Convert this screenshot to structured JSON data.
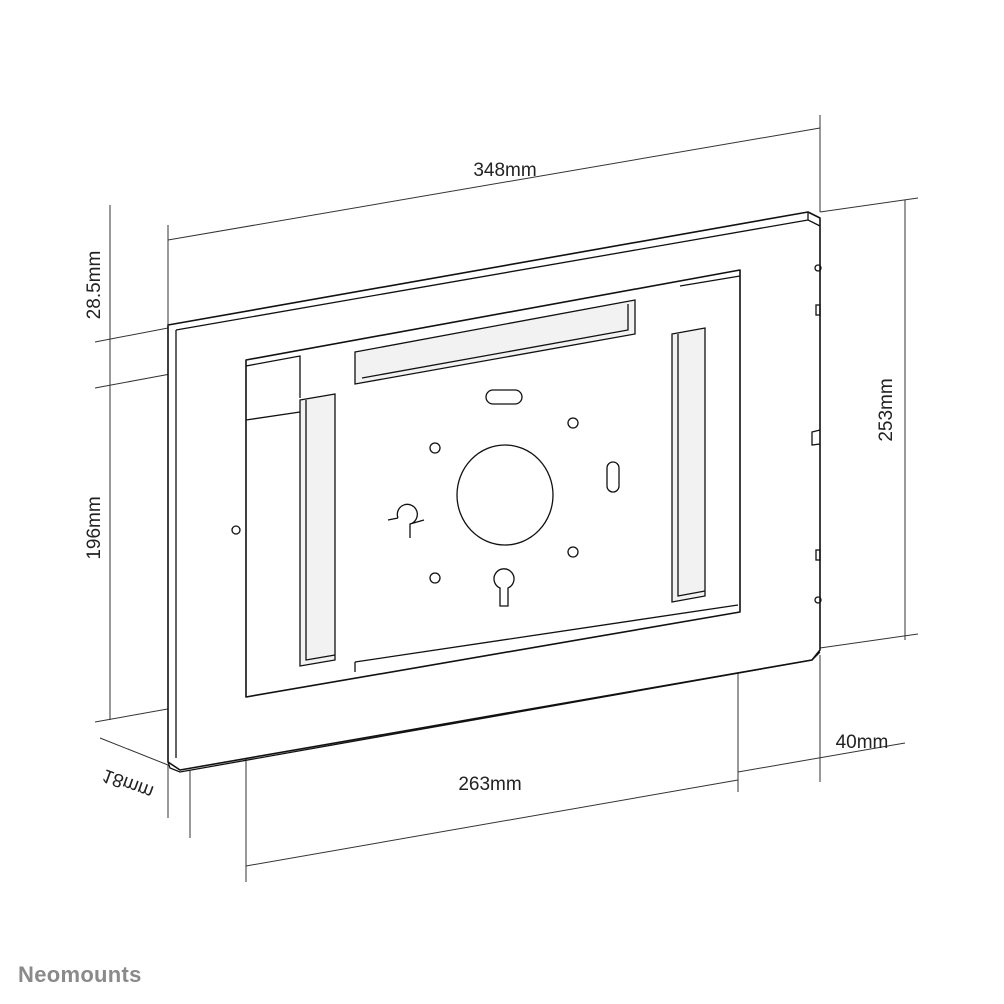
{
  "dimensions": {
    "width": "348mm",
    "height": "253mm",
    "top_margin": "28.5mm",
    "inner_height": "196mm",
    "inner_width": "263mm",
    "depth": "40mm",
    "front_lip": "18mm"
  },
  "brand": {
    "logo_text": "Neomounts",
    "color": "#8a8a8a"
  }
}
